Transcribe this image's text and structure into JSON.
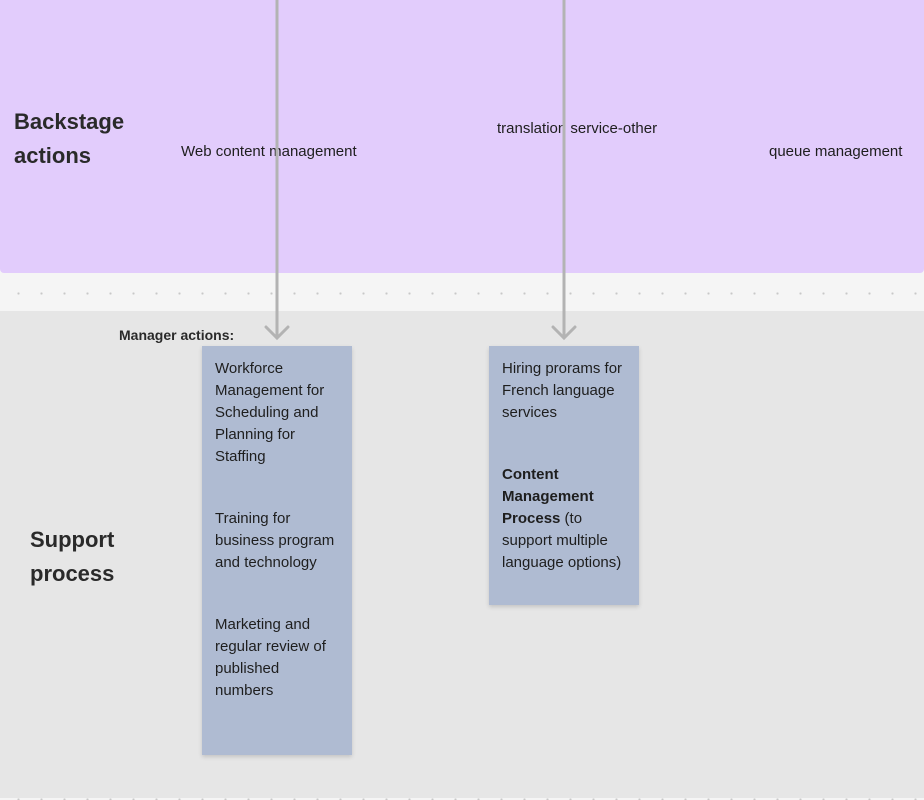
{
  "backstage": {
    "title_line1": "Backstage",
    "title_line2": "actions",
    "labels": [
      "Web content management",
      "translation service-other",
      "queue  management"
    ]
  },
  "support": {
    "title_line1": "Support",
    "title_line2": "process",
    "manager_label": "Manager actions:"
  },
  "sticky_left": [
    "Workforce Management for Scheduling and Planning for Staffing",
    "Training for business program and technology",
    "Marketing and regular review of published numbers"
  ],
  "sticky_right": {
    "item1": "Hiring prorams for French language services",
    "item2_bold": "Content Management Process",
    "item2_rest": " (to support multiple language options)"
  },
  "colors": {
    "backstage_lane": "#e2ccfc",
    "support_lane": "#e6e6e6",
    "sticky": "#afbbd2",
    "arrow": "#b3b3b3"
  }
}
